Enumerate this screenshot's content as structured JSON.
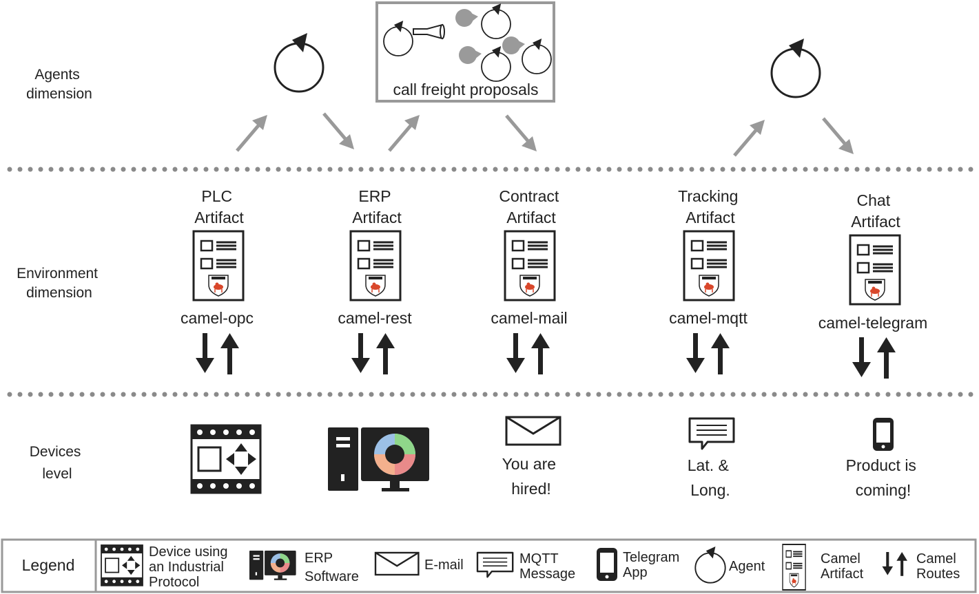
{
  "dimensions": {
    "agents": [
      "Agents",
      "dimension"
    ],
    "environment": [
      "Environment",
      "dimension"
    ],
    "devices": [
      "Devices",
      "level"
    ]
  },
  "agent_group": {
    "label": "call freight proposals"
  },
  "artifacts": [
    {
      "name_line1": "PLC",
      "name_line2": "Artifact",
      "component": "camel-opc"
    },
    {
      "name_line1": "ERP",
      "name_line2": "Artifact",
      "component": "camel-rest"
    },
    {
      "name_line1": "Contract",
      "name_line2": "Artifact",
      "component": "camel-mail"
    },
    {
      "name_line1": "Tracking",
      "name_line2": "Artifact",
      "component": "camel-mqtt"
    },
    {
      "name_line1": "Chat",
      "name_line2": "Artifact",
      "component": "camel-telegram"
    }
  ],
  "device_captions": {
    "email": [
      "You are",
      "hired!"
    ],
    "mqtt": [
      "Lat. &",
      "Long."
    ],
    "telegram": [
      "Product is",
      "coming!"
    ]
  },
  "legend": {
    "title": "Legend",
    "industrial": [
      "Device using",
      "an Industrial",
      "Protocol"
    ],
    "erp": [
      "ERP",
      "Software"
    ],
    "email": [
      "E-mail"
    ],
    "mqtt": [
      "MQTT",
      "Message"
    ],
    "telegram": [
      "Telegram",
      "App"
    ],
    "agent": [
      "Agent"
    ],
    "artifact": [
      "Camel",
      "Artifact"
    ],
    "routes": [
      "Camel",
      "Routes"
    ]
  },
  "colors": {
    "text": "#222222",
    "dots": "#8a8a8a",
    "arrow_gray": "#999999",
    "agent_box_border": "#999999",
    "speech_bubble": "#9a9a9a",
    "camel": "#d9472b",
    "erp_cycle": [
      "#8fd68a",
      "#9cc0e6",
      "#e98a8a",
      "#f3b08d"
    ]
  },
  "icons": [
    "agent-icon",
    "megaphone-icon",
    "artifact-icon",
    "camel-route-icon",
    "industrial-device-icon",
    "erp-software-icon",
    "email-icon",
    "mqtt-message-icon",
    "telegram-app-icon"
  ]
}
